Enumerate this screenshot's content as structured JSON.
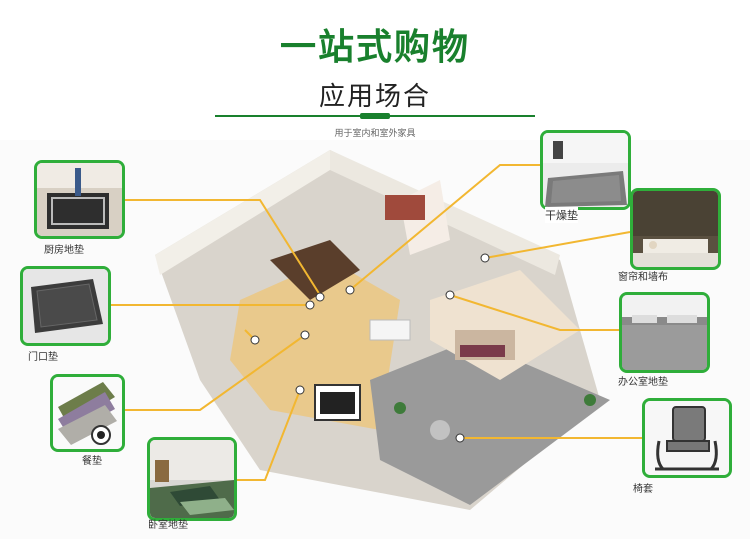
{
  "header": {
    "title": "一站式购物",
    "subtitle": "应用场合",
    "caption": "用于室内和室外家具"
  },
  "colors": {
    "accent": "#19802d",
    "border": "#2fae3a",
    "line": "#f2b731"
  },
  "items": [
    {
      "id": "kitchen",
      "label": "厨房地垫"
    },
    {
      "id": "door",
      "label": "门口垫"
    },
    {
      "id": "placemat",
      "label": "餐垫"
    },
    {
      "id": "bedroom",
      "label": "卧室地垫"
    },
    {
      "id": "dry",
      "label": "干燥垫"
    },
    {
      "id": "curtain",
      "label": "窗帘和墙布"
    },
    {
      "id": "office",
      "label": "办公室地垫"
    },
    {
      "id": "chair",
      "label": "椅套"
    }
  ]
}
